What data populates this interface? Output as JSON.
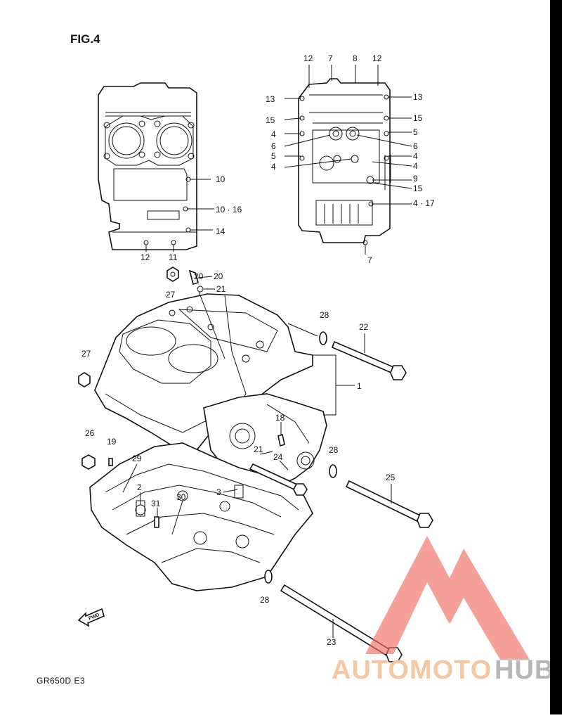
{
  "figure_title": "FIG.4",
  "model_code": "GR650D  E3",
  "watermark": {
    "part1": "AUTOMOTO",
    "part2": "HUB",
    "color_accent": "#e94b3c",
    "color_text1": "#f6c7a3",
    "color_text2": "#b5b7b8"
  },
  "callouts": {
    "c1": "1",
    "c2": "2",
    "c3": "3",
    "c4a": "4",
    "c4b": "4",
    "c4c": "4",
    "c4d": "4",
    "c4_17": "4 · 17",
    "c5": "5",
    "c6a": "6",
    "c6b": "6",
    "c7a": "7",
    "c7b": "7",
    "c8": "8",
    "c9": "9",
    "c10": "10",
    "c10_16": "10 · 16",
    "c11": "11",
    "c12a": "12",
    "c12b": "12",
    "c12c": "12",
    "c13a": "13",
    "c13b": "13",
    "c14": "14",
    "c15a": "15",
    "c15b": "15",
    "c15c": "15",
    "c18": "18",
    "c19": "19",
    "c20": "20",
    "c21a": "21",
    "c21b": "21",
    "c22": "22",
    "c23": "23",
    "c24": "24",
    "c25": "25",
    "c26": "26",
    "c27a": "27",
    "c27b": "27",
    "c28a": "28",
    "c28b": "28",
    "c28c": "28",
    "c29": "29",
    "c30": "30",
    "c31": "31"
  },
  "fwd_label": "FWD"
}
